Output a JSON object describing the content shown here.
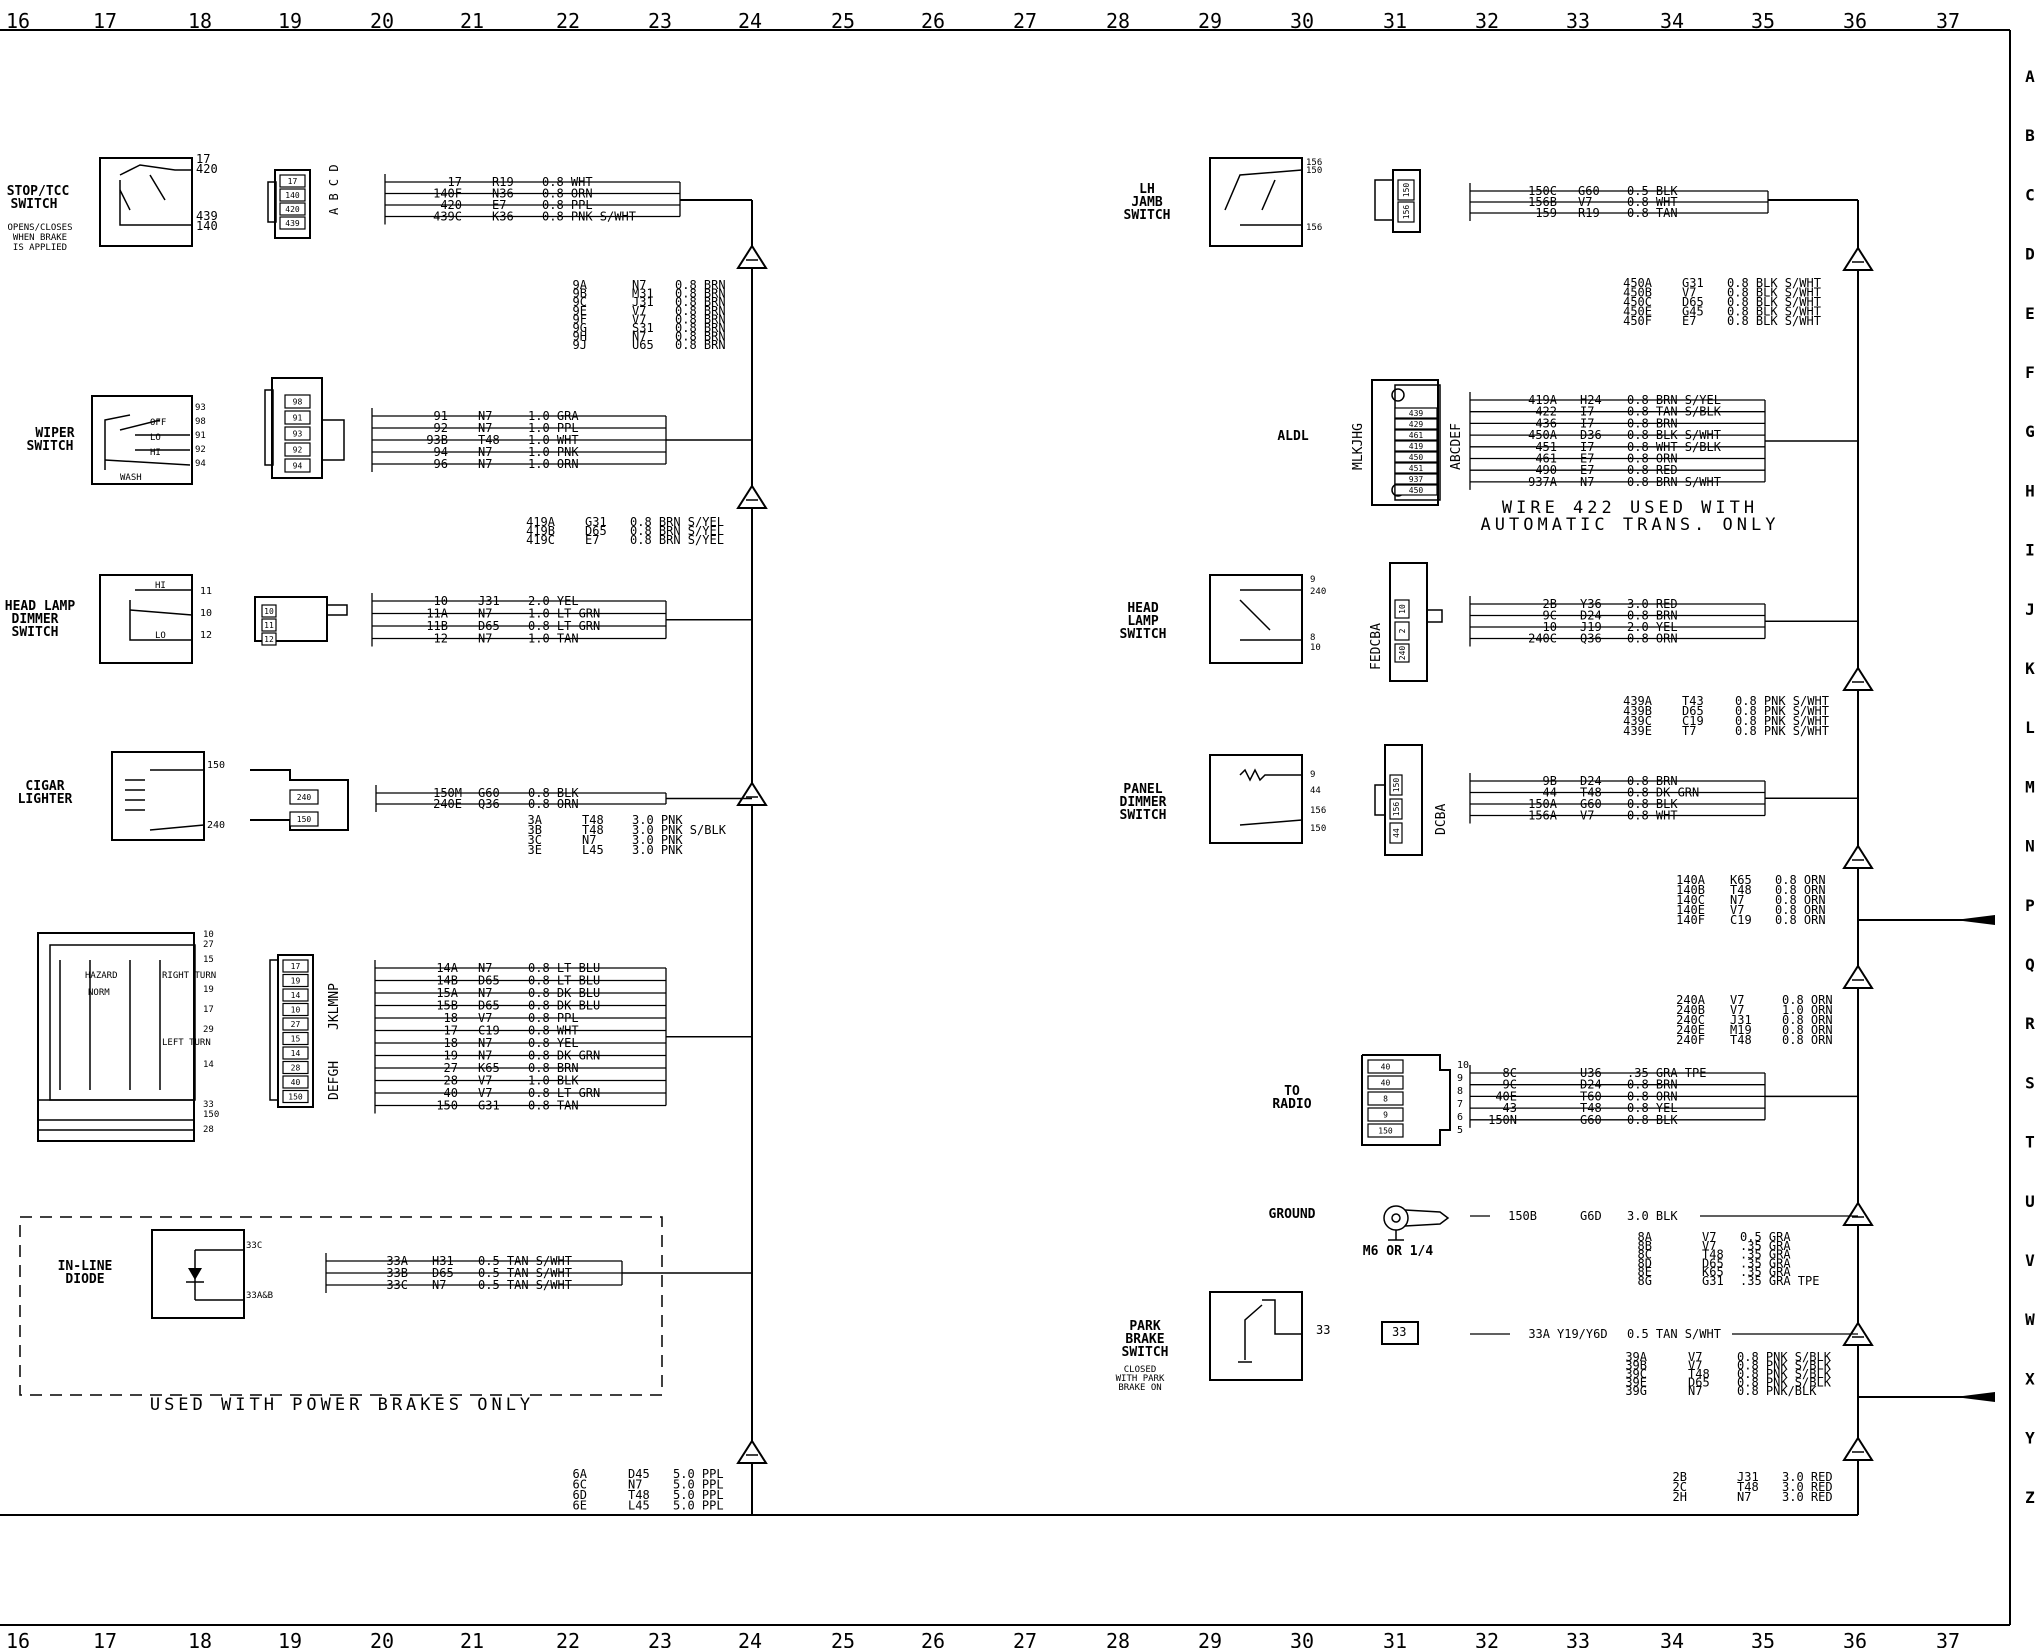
{
  "grid": {
    "columns": [
      "16",
      "17",
      "18",
      "19",
      "20",
      "21",
      "22",
      "23",
      "24",
      "25",
      "26",
      "27",
      "28",
      "29",
      "30",
      "31",
      "32",
      "33",
      "34",
      "35",
      "36",
      "37"
    ],
    "rows": [
      "A",
      "B",
      "C",
      "D",
      "E",
      "F",
      "G",
      "H",
      "I",
      "J",
      "K",
      "L",
      "M",
      "N",
      "P",
      "Q",
      "R",
      "S",
      "T",
      "U",
      "V",
      "W",
      "X",
      "Y",
      "Z"
    ]
  },
  "components": {
    "stop_tcc": {
      "name": "STOP/TCC SWITCH",
      "note": "OPENS/CLOSES WHEN BRAKE IS APPLIED",
      "terminals": [
        "17",
        "420",
        "439",
        "140"
      ]
    },
    "wiper": {
      "name": "WIPER SWITCH",
      "terminals": [
        "93",
        "98",
        "91",
        "92",
        "94"
      ],
      "positions": [
        "OFF",
        "LO",
        "HI",
        "WASH"
      ]
    },
    "head_lamp_dimmer_left": {
      "name": "HEAD LAMP DIMMER SWITCH",
      "terminals": [
        "11",
        "10",
        "12"
      ],
      "positions": [
        "HI",
        "LO"
      ]
    },
    "cigar": {
      "name": "CIGAR LIGHTER",
      "terminals": [
        "150",
        "240"
      ]
    },
    "hazard": {
      "terminals": [
        "10",
        "27",
        "15",
        "19",
        "17",
        "29",
        "14",
        "33",
        "150",
        "28"
      ],
      "positions": [
        "HAZARD",
        "NORM",
        "RIGHT TURN",
        "LEFT TURN"
      ]
    },
    "diode": {
      "name": "IN-LINE DIODE",
      "terminals": [
        "33C",
        "33A&B"
      ],
      "note": "USED WITH POWER BRAKES ONLY"
    },
    "lh_jamb": {
      "name": "LH JAMB SWITCH",
      "terminals": [
        "156",
        "150"
      ]
    },
    "aldl": {
      "name": "ALDL",
      "note": "WIRE 422 USED WITH AUTOMATIC TRANS. ONLY"
    },
    "head_lamp_right": {
      "name": "HEAD LAMP SWITCH",
      "terminals": [
        "9",
        "240",
        "8",
        "10"
      ]
    },
    "panel_dimmer": {
      "name": "PANEL DIMMER SWITCH",
      "terminals": [
        "9",
        "44",
        "156",
        "150"
      ]
    },
    "radio": {
      "name": "TO RADIO",
      "terminals": [
        "10",
        "9",
        "8",
        "7",
        "6",
        "5"
      ]
    },
    "ground": {
      "name": "GROUND",
      "sub": "M6 OR 1/4"
    },
    "park_brake": {
      "name": "PARK BRAKE SWITCH",
      "note": "CLOSED WITH PARK BRAKE ON",
      "terminals": [
        "33"
      ]
    }
  },
  "connectors": {
    "stop_tcc": [
      "17",
      "140",
      "420",
      "439"
    ],
    "stop_tcc_pins": "A B C D",
    "wiper": [
      "98",
      "91",
      "93",
      "92",
      "94"
    ],
    "dimmer_left": [
      "10",
      "11",
      "12"
    ],
    "cigar": [
      "240",
      "150"
    ],
    "hazard": [
      "17",
      "19",
      "14",
      "10",
      "27",
      "15",
      "14",
      "28",
      "40",
      "150"
    ],
    "hazard_pins_left": "DEFGH",
    "hazard_pins_right": "JKLMNP",
    "lh_jamb": [
      "150",
      "156"
    ],
    "aldl": [
      "439",
      "429",
      "461",
      "419",
      "450",
      "451",
      "937",
      "450"
    ],
    "aldl_pins_left": "MLKJHG",
    "aldl_pins_right": "ABCDEF",
    "head_lamp_right": [
      "10",
      "2",
      "240"
    ],
    "head_lamp_right_pins": "FEDCBA",
    "panel_dimmer": [
      "150",
      "156",
      "44"
    ],
    "panel_dimmer_pins": "DCBA",
    "radio": [
      "40",
      "40",
      "8",
      "9",
      "150"
    ],
    "park_brake": [
      "33"
    ]
  },
  "circuits": {
    "stop_tcc": [
      [
        "17",
        "R19",
        "0.8 WHT"
      ],
      [
        "140F",
        "N36",
        "0.8 ORN"
      ],
      [
        "420",
        "E7",
        "0.8 PPL"
      ],
      [
        "439C",
        "K36",
        "0.8 PNK S/WHT"
      ]
    ],
    "splice_9": [
      [
        "9A",
        "N7",
        "0.8 BRN"
      ],
      [
        "9B",
        "M31",
        "0.8 BRN"
      ],
      [
        "9C",
        "J31",
        "0.8 BRN"
      ],
      [
        "9E",
        "V7",
        "0.8 BRN"
      ],
      [
        "9F",
        "V7",
        "0.8 BRN"
      ],
      [
        "9G",
        "S31",
        "0.8 BRN"
      ],
      [
        "9H",
        "N7",
        "0.8 BRN"
      ],
      [
        "9J",
        "U65",
        "0.8 BRN"
      ]
    ],
    "wiper": [
      [
        "91",
        "N7",
        "1.0 GRA"
      ],
      [
        "92",
        "N7",
        "1.0 PPL"
      ],
      [
        "93B",
        "T48",
        "1.0 WHT"
      ],
      [
        "94",
        "N7",
        "1.0 PNK"
      ],
      [
        "96",
        "N7",
        "1.0 ORN"
      ]
    ],
    "splice_419": [
      [
        "419A",
        "G31",
        "0.8 BRN S/YEL"
      ],
      [
        "419B",
        "D65",
        "0.8 BRN S/YEL"
      ],
      [
        "419C",
        "E7",
        "0.8 BRN S/YEL"
      ]
    ],
    "dimmer_left": [
      [
        "10",
        "J31",
        "2.0 YEL"
      ],
      [
        "11A",
        "N7",
        "1.0 LT GRN"
      ],
      [
        "11B",
        "D65",
        "0.8 LT GRN"
      ],
      [
        "12",
        "N7",
        "1.0 TAN"
      ]
    ],
    "cigar": [
      [
        "150M",
        "G60",
        "0.8 BLK"
      ],
      [
        "240E",
        "Q36",
        "0.8 ORN"
      ]
    ],
    "splice_3": [
      [
        "3A",
        "T48",
        "3.0 PNK"
      ],
      [
        "3B",
        "T48",
        "3.0 PNK S/BLK"
      ],
      [
        "3C",
        "N7",
        "3.0 PNK"
      ],
      [
        "3E",
        "L45",
        "3.0 PNK"
      ]
    ],
    "hazard": [
      [
        "14A",
        "N7",
        "0.8 LT BLU"
      ],
      [
        "14B",
        "D65",
        "0.8 LT BLU"
      ],
      [
        "15A",
        "N7",
        "0.8 DK BLU"
      ],
      [
        "15B",
        "D65",
        "0.8 DK BLU"
      ],
      [
        "18",
        "V7",
        "0.8 PPL"
      ],
      [
        "17",
        "C19",
        "0.8 WHT"
      ],
      [
        "18",
        "N7",
        "0.8 YEL"
      ],
      [
        "19",
        "N7",
        "0.8 DK GRN"
      ],
      [
        "27",
        "K65",
        "0.8 BRN"
      ],
      [
        "28",
        "V7",
        "1.0 BLK"
      ],
      [
        "40",
        "V7",
        "0.8 LT GRN"
      ],
      [
        "150",
        "G31",
        "0.8 TAN"
      ]
    ],
    "diode": [
      [
        "33A",
        "H31",
        "0.5 TAN S/WHT"
      ],
      [
        "33B",
        "D65",
        "0.5 TAN S/WHT"
      ],
      [
        "33C",
        "N7",
        "0.5 TAN S/WHT"
      ]
    ],
    "splice_6": [
      [
        "6A",
        "D45",
        "5.0 PPL"
      ],
      [
        "6C",
        "N7",
        "5.0 PPL"
      ],
      [
        "6D",
        "T48",
        "5.0 PPL"
      ],
      [
        "6E",
        "L45",
        "5.0 PPL"
      ]
    ],
    "lh_jamb": [
      [
        "150C",
        "G60",
        "0.5 BLK"
      ],
      [
        "156B",
        "V7",
        "0.8 WHT"
      ],
      [
        "159",
        "R19",
        "0.8 TAN"
      ]
    ],
    "splice_450": [
      [
        "450A",
        "G31",
        "0.8 BLK S/WHT"
      ],
      [
        "450B",
        "V7",
        "0.8 BLK S/WHT"
      ],
      [
        "450C",
        "D65",
        "0.8 BLK S/WHT"
      ],
      [
        "450E",
        "G45",
        "0.8 BLK S/WHT"
      ],
      [
        "450F",
        "E7",
        "0.8 BLK S/WHT"
      ]
    ],
    "aldl": [
      [
        "419A",
        "H24",
        "0.8 BRN S/YEL"
      ],
      [
        "422",
        "I7",
        "0.8 TAN S/BLK"
      ],
      [
        "436",
        "I7",
        "0.8 BRN"
      ],
      [
        "450A",
        "D36",
        "0.8 BLK S/WHT"
      ],
      [
        "451",
        "I7",
        "0.8 WHT S/BLK"
      ],
      [
        "461",
        "E7",
        "0.8 ORN"
      ],
      [
        "490",
        "E7",
        "0.8 RED"
      ],
      [
        "937A",
        "N7",
        "0.8 BRN S/WHT"
      ]
    ],
    "head_lamp_right": [
      [
        "2B",
        "Y36",
        "3.0 RED"
      ],
      [
        "9C",
        "D24",
        "0.8 BRN"
      ],
      [
        "10",
        "J19",
        "2.0 YEL"
      ],
      [
        "240C",
        "Q36",
        "0.8 ORN"
      ]
    ],
    "splice_439": [
      [
        "439A",
        "T43",
        "0.8 PNK S/WHT"
      ],
      [
        "439B",
        "D65",
        "0.8 PNK S/WHT"
      ],
      [
        "439C",
        "C19",
        "0.8 PNK S/WHT"
      ],
      [
        "439E",
        "T7",
        "0.8 PNK S/WHT"
      ]
    ],
    "panel_dimmer": [
      [
        "9B",
        "D24",
        "0.8 BRN"
      ],
      [
        "44",
        "T48",
        "0.8 DK GRN"
      ],
      [
        "150A",
        "G60",
        "0.8 BLK"
      ],
      [
        "156A",
        "V7",
        "0.8 WHT"
      ]
    ],
    "splice_140": [
      [
        "140A",
        "K65",
        "0.8 ORN"
      ],
      [
        "140B",
        "T48",
        "0.8 ORN"
      ],
      [
        "140C",
        "N7",
        "0.8 ORN"
      ],
      [
        "140E",
        "V7",
        "0.8 ORN"
      ],
      [
        "140F",
        "C19",
        "0.8 ORN"
      ]
    ],
    "splice_240": [
      [
        "240A",
        "V7",
        "0.8 ORN"
      ],
      [
        "240B",
        "V7",
        "1.0 ORN"
      ],
      [
        "240C",
        "J31",
        "0.8 ORN"
      ],
      [
        "240E",
        "M19",
        "0.8 ORN"
      ],
      [
        "240F",
        "T48",
        "0.8 ORN"
      ]
    ],
    "radio": [
      [
        "8C",
        "U36",
        ".35 GRA TPE"
      ],
      [
        "9C",
        "D24",
        "0.8 BRN"
      ],
      [
        "40E",
        "T60",
        "0.8 ORN"
      ],
      [
        "43",
        "T48",
        "0.8 YEL"
      ],
      [
        "150N",
        "G60",
        "0.8 BLK"
      ]
    ],
    "ground": [
      [
        "150B",
        "G6D",
        "3.0 BLK"
      ]
    ],
    "splice_8": [
      [
        "8A",
        "V7",
        "0.5 GRA"
      ],
      [
        "8B",
        "V7",
        ".35 GRA"
      ],
      [
        "8C",
        "T48",
        ".35 GRA"
      ],
      [
        "8D",
        "D65",
        ".35 GRA"
      ],
      [
        "8E",
        "K65",
        ".35 GRA"
      ],
      [
        "8G",
        "G31",
        ".35 GRA TPE"
      ]
    ],
    "park_brake": [
      [
        "33A",
        "Y19/Y6D",
        "0.5 TAN S/WHT"
      ]
    ],
    "splice_39": [
      [
        "39A",
        "V7",
        "0.8 PNK S/BLK"
      ],
      [
        "39B",
        "V7",
        "0.8 PNK S/BLK"
      ],
      [
        "39C",
        "T48",
        "0.8 PNK S/BLK"
      ],
      [
        "39E",
        "D65",
        "0.8 PNK S/BLK"
      ],
      [
        "39G",
        "N7",
        "0.8 PNK/BLK"
      ]
    ],
    "splice_2": [
      [
        "2B",
        "J31",
        "3.0 RED"
      ],
      [
        "2C",
        "T48",
        "3.0 RED"
      ],
      [
        "2H",
        "N7",
        "3.0 RED"
      ]
    ]
  }
}
